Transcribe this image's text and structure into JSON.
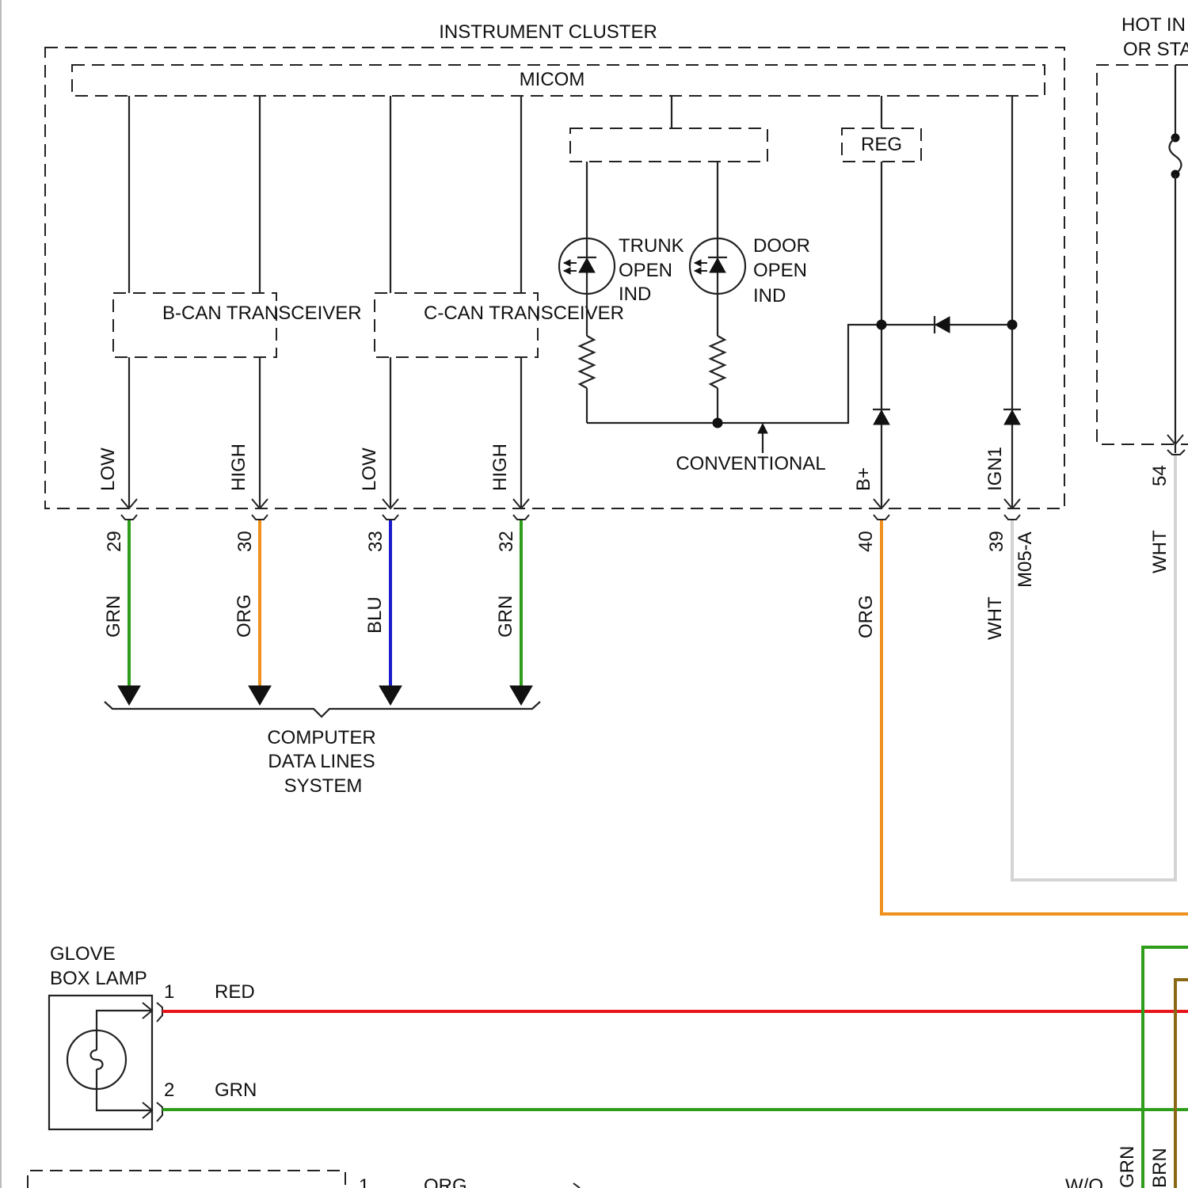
{
  "titles": {
    "instrument_cluster": "INSTRUMENT CLUSTER",
    "micom": "MICOM",
    "reg": "REG",
    "hot_in_line1": "HOT IN",
    "hot_in_line2": "OR STA"
  },
  "transceivers": {
    "b_can": "B-CAN TRANSCEIVER",
    "c_can": "C-CAN TRANSCEIVER"
  },
  "indicators": {
    "trunk": [
      "TRUNK",
      "OPEN",
      "IND"
    ],
    "door": [
      "DOOR",
      "OPEN",
      "IND"
    ]
  },
  "conventional_label": "CONVENTIONAL",
  "data_lines": [
    {
      "signal": "LOW",
      "pin": "29",
      "color_name": "GRN",
      "color": "#2e9e1a"
    },
    {
      "signal": "HIGH",
      "pin": "30",
      "color_name": "ORG",
      "color": "#f0901e"
    },
    {
      "signal": "LOW",
      "pin": "33",
      "color_name": "BLU",
      "color": "#1c1ccc"
    },
    {
      "signal": "HIGH",
      "pin": "32",
      "color_name": "GRN",
      "color": "#2e9e1a"
    }
  ],
  "power_pins": [
    {
      "signal": "B+",
      "pin": "40",
      "color_name": "ORG",
      "color": "#f0901e"
    },
    {
      "signal": "IGN1",
      "pin": "39",
      "color_name": "WHT",
      "color": "#d4d4d4"
    }
  ],
  "connector_id": "M05-A",
  "right_pin": {
    "pin": "54",
    "color_name": "WHT"
  },
  "computer_data_lines": [
    "COMPUTER",
    "DATA LINES",
    "SYSTEM"
  ],
  "glove_box": {
    "label_line1": "GLOVE",
    "label_line2": "BOX LAMP",
    "pins": [
      {
        "pin": "1",
        "color_name": "RED",
        "color": "#e8141c"
      },
      {
        "pin": "2",
        "color_name": "GRN",
        "color": "#2e9e1a"
      }
    ]
  },
  "bottom_partial": {
    "pin": "1",
    "color_name": "ORG",
    "wo_label": "W/O",
    "vert_labels": [
      "GRN",
      "BRN"
    ]
  },
  "colors": {
    "green": "#2e9e1a",
    "orange": "#f0901e",
    "blue": "#1c1ccc",
    "red": "#e8141c",
    "white_wire": "#d4d4d4",
    "brown": "#8b6914"
  }
}
